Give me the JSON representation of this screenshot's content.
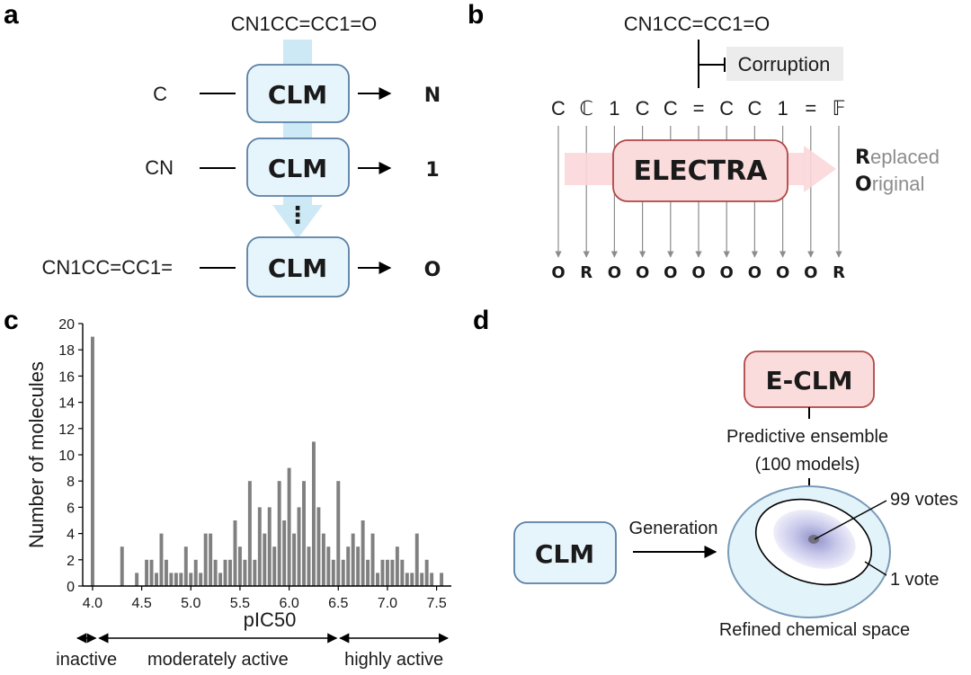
{
  "panels": {
    "a": "a",
    "b": "b",
    "c": "c",
    "d": "d"
  },
  "panel_a": {
    "smiles": "CN1CC=CC1=O",
    "block_label": "CLM",
    "rows": [
      {
        "input": "C",
        "output": "N"
      },
      {
        "input": "CN",
        "output": "1"
      },
      {
        "input": "CN1CC=CC1=",
        "output": "O"
      }
    ],
    "ellipsis": "⋮",
    "colors": {
      "block_fill": "#e6f4fb",
      "block_stroke": "#5a7fa3",
      "arrow": "#cde9f6"
    }
  },
  "panel_b": {
    "smiles": "CN1CC=CC1=O",
    "corruption_label": "Corruption",
    "tokens": [
      "C",
      "ℂ",
      "1",
      "C",
      "C",
      "=",
      "C",
      "C",
      "1",
      "=",
      "𝔽"
    ],
    "outputs": [
      "O",
      "R",
      "O",
      "O",
      "O",
      "O",
      "O",
      "O",
      "O",
      "O",
      "R"
    ],
    "model_label": "ELECTRA",
    "legend": [
      {
        "initial": "R",
        "rest": "eplaced"
      },
      {
        "initial": "O",
        "rest": "riginal"
      }
    ],
    "colors": {
      "model_fill": "#fbdcdc",
      "model_stroke": "#b14646",
      "band": "#fbd7da",
      "line": "#8c8c8c"
    }
  },
  "chart_data": {
    "type": "bar",
    "xlabel": "pIC50",
    "ylabel": "Number of molecules",
    "xlim": [
      3.9,
      7.65
    ],
    "ylim": [
      0,
      20
    ],
    "xticks": [
      "4.0",
      "4.5",
      "5.0",
      "5.5",
      "6.0",
      "6.5",
      "7.0",
      "7.5"
    ],
    "yticks": [
      "0",
      "2",
      "4",
      "6",
      "8",
      "10",
      "12",
      "14",
      "16",
      "18",
      "20"
    ],
    "bin_width": 0.05,
    "bins": [
      {
        "x": 4.0,
        "count": 19
      },
      {
        "x": 4.3,
        "count": 3
      },
      {
        "x": 4.45,
        "count": 1
      },
      {
        "x": 4.55,
        "count": 2
      },
      {
        "x": 4.6,
        "count": 2
      },
      {
        "x": 4.65,
        "count": 1
      },
      {
        "x": 4.7,
        "count": 4
      },
      {
        "x": 4.75,
        "count": 2
      },
      {
        "x": 4.8,
        "count": 1
      },
      {
        "x": 4.85,
        "count": 1
      },
      {
        "x": 4.9,
        "count": 1
      },
      {
        "x": 4.95,
        "count": 3
      },
      {
        "x": 5.0,
        "count": 1
      },
      {
        "x": 5.05,
        "count": 2
      },
      {
        "x": 5.1,
        "count": 1
      },
      {
        "x": 5.15,
        "count": 4
      },
      {
        "x": 5.2,
        "count": 4
      },
      {
        "x": 5.25,
        "count": 2
      },
      {
        "x": 5.3,
        "count": 1
      },
      {
        "x": 5.35,
        "count": 2
      },
      {
        "x": 5.4,
        "count": 2
      },
      {
        "x": 5.45,
        "count": 5
      },
      {
        "x": 5.5,
        "count": 3
      },
      {
        "x": 5.55,
        "count": 2
      },
      {
        "x": 5.6,
        "count": 8
      },
      {
        "x": 5.65,
        "count": 2
      },
      {
        "x": 5.7,
        "count": 6
      },
      {
        "x": 5.75,
        "count": 4
      },
      {
        "x": 5.8,
        "count": 6
      },
      {
        "x": 5.85,
        "count": 3
      },
      {
        "x": 5.9,
        "count": 8
      },
      {
        "x": 5.95,
        "count": 5
      },
      {
        "x": 6.0,
        "count": 9
      },
      {
        "x": 6.05,
        "count": 4
      },
      {
        "x": 6.1,
        "count": 6
      },
      {
        "x": 6.15,
        "count": 8
      },
      {
        "x": 6.2,
        "count": 3
      },
      {
        "x": 6.25,
        "count": 11
      },
      {
        "x": 6.3,
        "count": 6
      },
      {
        "x": 6.35,
        "count": 4
      },
      {
        "x": 6.4,
        "count": 3
      },
      {
        "x": 6.45,
        "count": 2
      },
      {
        "x": 6.5,
        "count": 8
      },
      {
        "x": 6.55,
        "count": 2
      },
      {
        "x": 6.6,
        "count": 3
      },
      {
        "x": 6.65,
        "count": 4
      },
      {
        "x": 6.7,
        "count": 3
      },
      {
        "x": 6.75,
        "count": 5
      },
      {
        "x": 6.8,
        "count": 2
      },
      {
        "x": 6.85,
        "count": 4
      },
      {
        "x": 6.9,
        "count": 1
      },
      {
        "x": 6.95,
        "count": 2
      },
      {
        "x": 7.0,
        "count": 2
      },
      {
        "x": 7.05,
        "count": 2
      },
      {
        "x": 7.1,
        "count": 3
      },
      {
        "x": 7.15,
        "count": 2
      },
      {
        "x": 7.2,
        "count": 1
      },
      {
        "x": 7.25,
        "count": 1
      },
      {
        "x": 7.3,
        "count": 4
      },
      {
        "x": 7.35,
        "count": 1
      },
      {
        "x": 7.4,
        "count": 2
      },
      {
        "x": 7.45,
        "count": 1
      },
      {
        "x": 7.55,
        "count": 1
      }
    ],
    "bar_color": "#808080",
    "grid": false,
    "activity_ranges": [
      {
        "label": "inactive",
        "from": 3.9,
        "to": 4.05
      },
      {
        "label": "moderately active",
        "from": 4.05,
        "to": 6.5
      },
      {
        "label": "highly active",
        "from": 6.5,
        "to": 7.65
      }
    ]
  },
  "panel_d": {
    "ensemble_label": "E-CLM",
    "ensemble_caption_1": "Predictive ensemble",
    "ensemble_caption_2": "(100 models)",
    "clm_label": "CLM",
    "generation_label": "Generation",
    "votes_high": "99 votes",
    "votes_low": "1 vote",
    "space_label": "Refined chemical space",
    "colors": {
      "space_fill": "#e3f3fa",
      "space_stroke": "#7a9bb8",
      "density": "#b8b8e0",
      "ensemble_fill": "#fbdcdc",
      "ensemble_stroke": "#b14646",
      "clm_fill": "#e6f4fb",
      "clm_stroke": "#5a7fa3"
    }
  }
}
